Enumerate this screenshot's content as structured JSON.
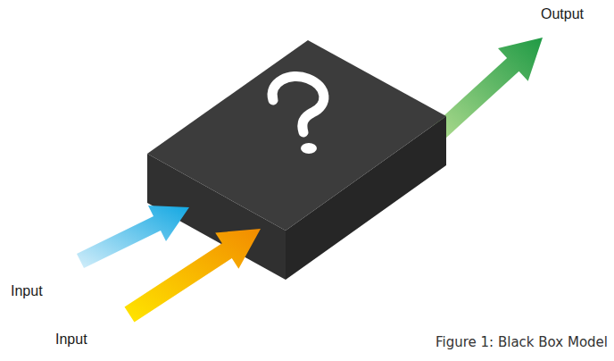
{
  "diagram": {
    "caption": "Figure 1: Black Box Model",
    "labels": [
      "Output",
      "Input",
      "Input"
    ]
  }
}
